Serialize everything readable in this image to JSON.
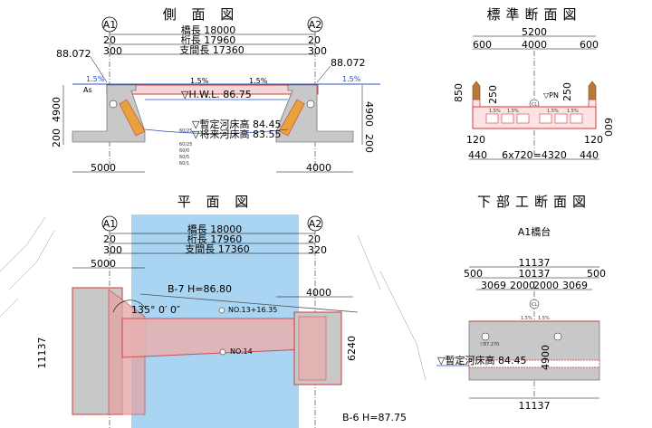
{
  "titles": {
    "side_view": "側 面 図",
    "standard_section": "標準断面図",
    "plan_view": "平 面 図",
    "substructure_section": "下部工断面図"
  },
  "side_view": {
    "abutments": [
      "A1",
      "A2"
    ],
    "bridge_length": "橋長  18000",
    "girder_length": "桁長  17960",
    "span_length": "支間長  17360",
    "left_gaps": [
      "20",
      "300"
    ],
    "right_gaps": [
      "20",
      "300"
    ],
    "left_elevation": "88.072",
    "right_elevation": "88.072",
    "left_heights": [
      "4900",
      "200"
    ],
    "right_heights": [
      "4900",
      "200"
    ],
    "left_width": "5000",
    "right_width": "4000",
    "hwl": "▽H.W.L. 86.75",
    "provisional_bed": "▽暫定河床高 84.45",
    "future_bed": "▽将来河床高 83.55",
    "slope_left": "1.5%",
    "slope_right": "1.5%",
    "as_label": "As",
    "slopes_small": [
      "60/25",
      "60/25",
      "60/0",
      "60/5",
      "60/1"
    ]
  },
  "standard_section": {
    "total_width": "5200",
    "carriageway": "4000",
    "left_edge": "600",
    "right_edge": "600",
    "rail_height": "850",
    "curb_left": "250",
    "curb_right": "250",
    "depth": "600",
    "pn_label": "▽PN",
    "left_offset": "120",
    "right_offset": "120",
    "bottom_left": "440",
    "bottom_center": "6x720=4320",
    "bottom_right": "440",
    "slopes": [
      "1.5%",
      "1.5%",
      "1.5%",
      "1.5%"
    ],
    "cl_label": "CL"
  },
  "plan_view": {
    "abutments": [
      "A1",
      "A2"
    ],
    "bridge_length": "橋長  18000",
    "girder_length": "桁長  17960",
    "span_length": "支間長  17360",
    "left_gaps": [
      "20",
      "300"
    ],
    "right_gaps": [
      "20",
      "320"
    ],
    "left_width": "5000",
    "right_width": "4000",
    "left_depth": "11137",
    "right_depth": "6240",
    "boring_1": "B-7 H=86.80",
    "boring_2": "B-6 H=87.75",
    "skew_angle": "135° 0′ 0″",
    "station_1": "NO.13+16.35",
    "station_2": "NO.14"
  },
  "substructure": {
    "abutment_label": "A1橋台",
    "top_width": "11137",
    "left_overhang": "500",
    "center": "10137",
    "right_overhang": "500",
    "segments": [
      "3069",
      "2000",
      "2000",
      "3069"
    ],
    "cl_label": "CL",
    "slopes": [
      "1.5%",
      "1.5%"
    ],
    "elev_label": "▽87.270",
    "height": "4900",
    "bed": "▽暫定河床高 84.45",
    "bottom_width": "11137"
  },
  "colors": {
    "river": "#a9d4f2",
    "concrete": "#c8c8c8",
    "outline": "#d03a3a",
    "riprap": "#e8a23c",
    "dimension": "#000000"
  }
}
